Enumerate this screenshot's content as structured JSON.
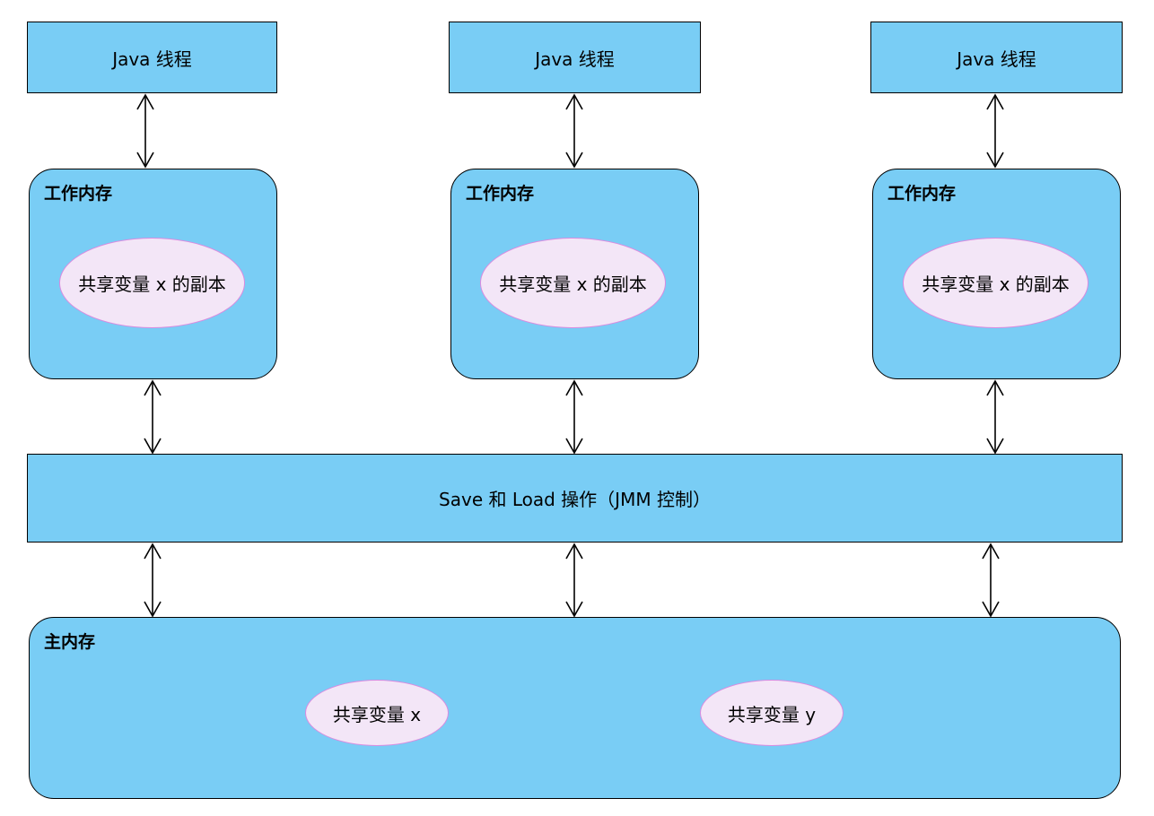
{
  "threads": [
    {
      "label": "Java 线程"
    },
    {
      "label": "Java 线程"
    },
    {
      "label": "Java 线程"
    }
  ],
  "working_memory": [
    {
      "title": "工作内存",
      "copy_label": "共享变量 x 的副本"
    },
    {
      "title": "工作内存",
      "copy_label": "共享变量 x 的副本"
    },
    {
      "title": "工作内存",
      "copy_label": "共享变量 x 的副本"
    }
  ],
  "jmm_bar": {
    "label": "Save 和 Load 操作（JMM 控制）"
  },
  "main_memory": {
    "title": "主内存",
    "variables": [
      {
        "label": "共享变量 x"
      },
      {
        "label": "共享变量 y"
      }
    ]
  },
  "colors": {
    "box_fill": "#79CDF5",
    "ellipse_fill": "#F3E6F7",
    "ellipse_border": "#D98BE0"
  }
}
